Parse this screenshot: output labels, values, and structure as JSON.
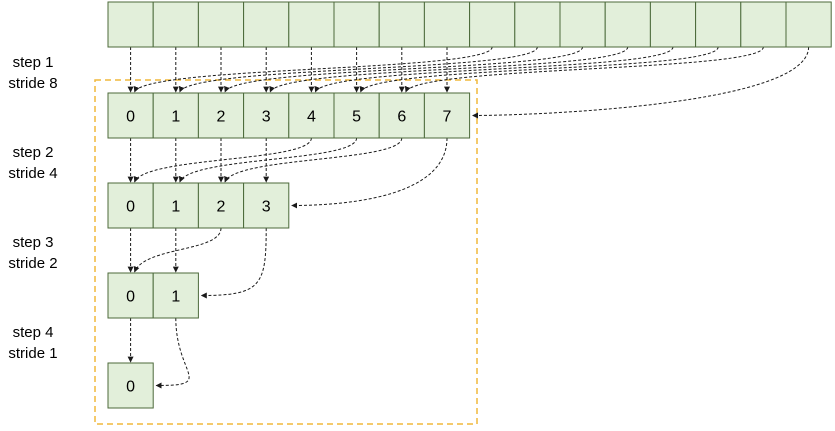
{
  "steps": [
    {
      "line1": "step 1",
      "line2": "stride 8"
    },
    {
      "line1": "step 2",
      "line2": "stride 4"
    },
    {
      "line1": "step 3",
      "line2": "stride 2"
    },
    {
      "line1": "step 4",
      "line2": "stride 1"
    }
  ],
  "rows": [
    {
      "labels": [
        "",
        "",
        "",
        "",
        "",
        "",
        "",
        "",
        "",
        "",
        "",
        "",
        "",
        "",
        "",
        ""
      ]
    },
    {
      "labels": [
        "0",
        "1",
        "2",
        "3",
        "4",
        "5",
        "6",
        "7"
      ]
    },
    {
      "labels": [
        "0",
        "1",
        "2",
        "3"
      ]
    },
    {
      "labels": [
        "0",
        "1"
      ]
    },
    {
      "labels": [
        "0"
      ]
    }
  ],
  "colors": {
    "cell_fill": "#e2efda",
    "cell_stroke": "#4c6a3a",
    "frame_stroke": "#f0b83c",
    "arrow": "#1a1a1a"
  }
}
